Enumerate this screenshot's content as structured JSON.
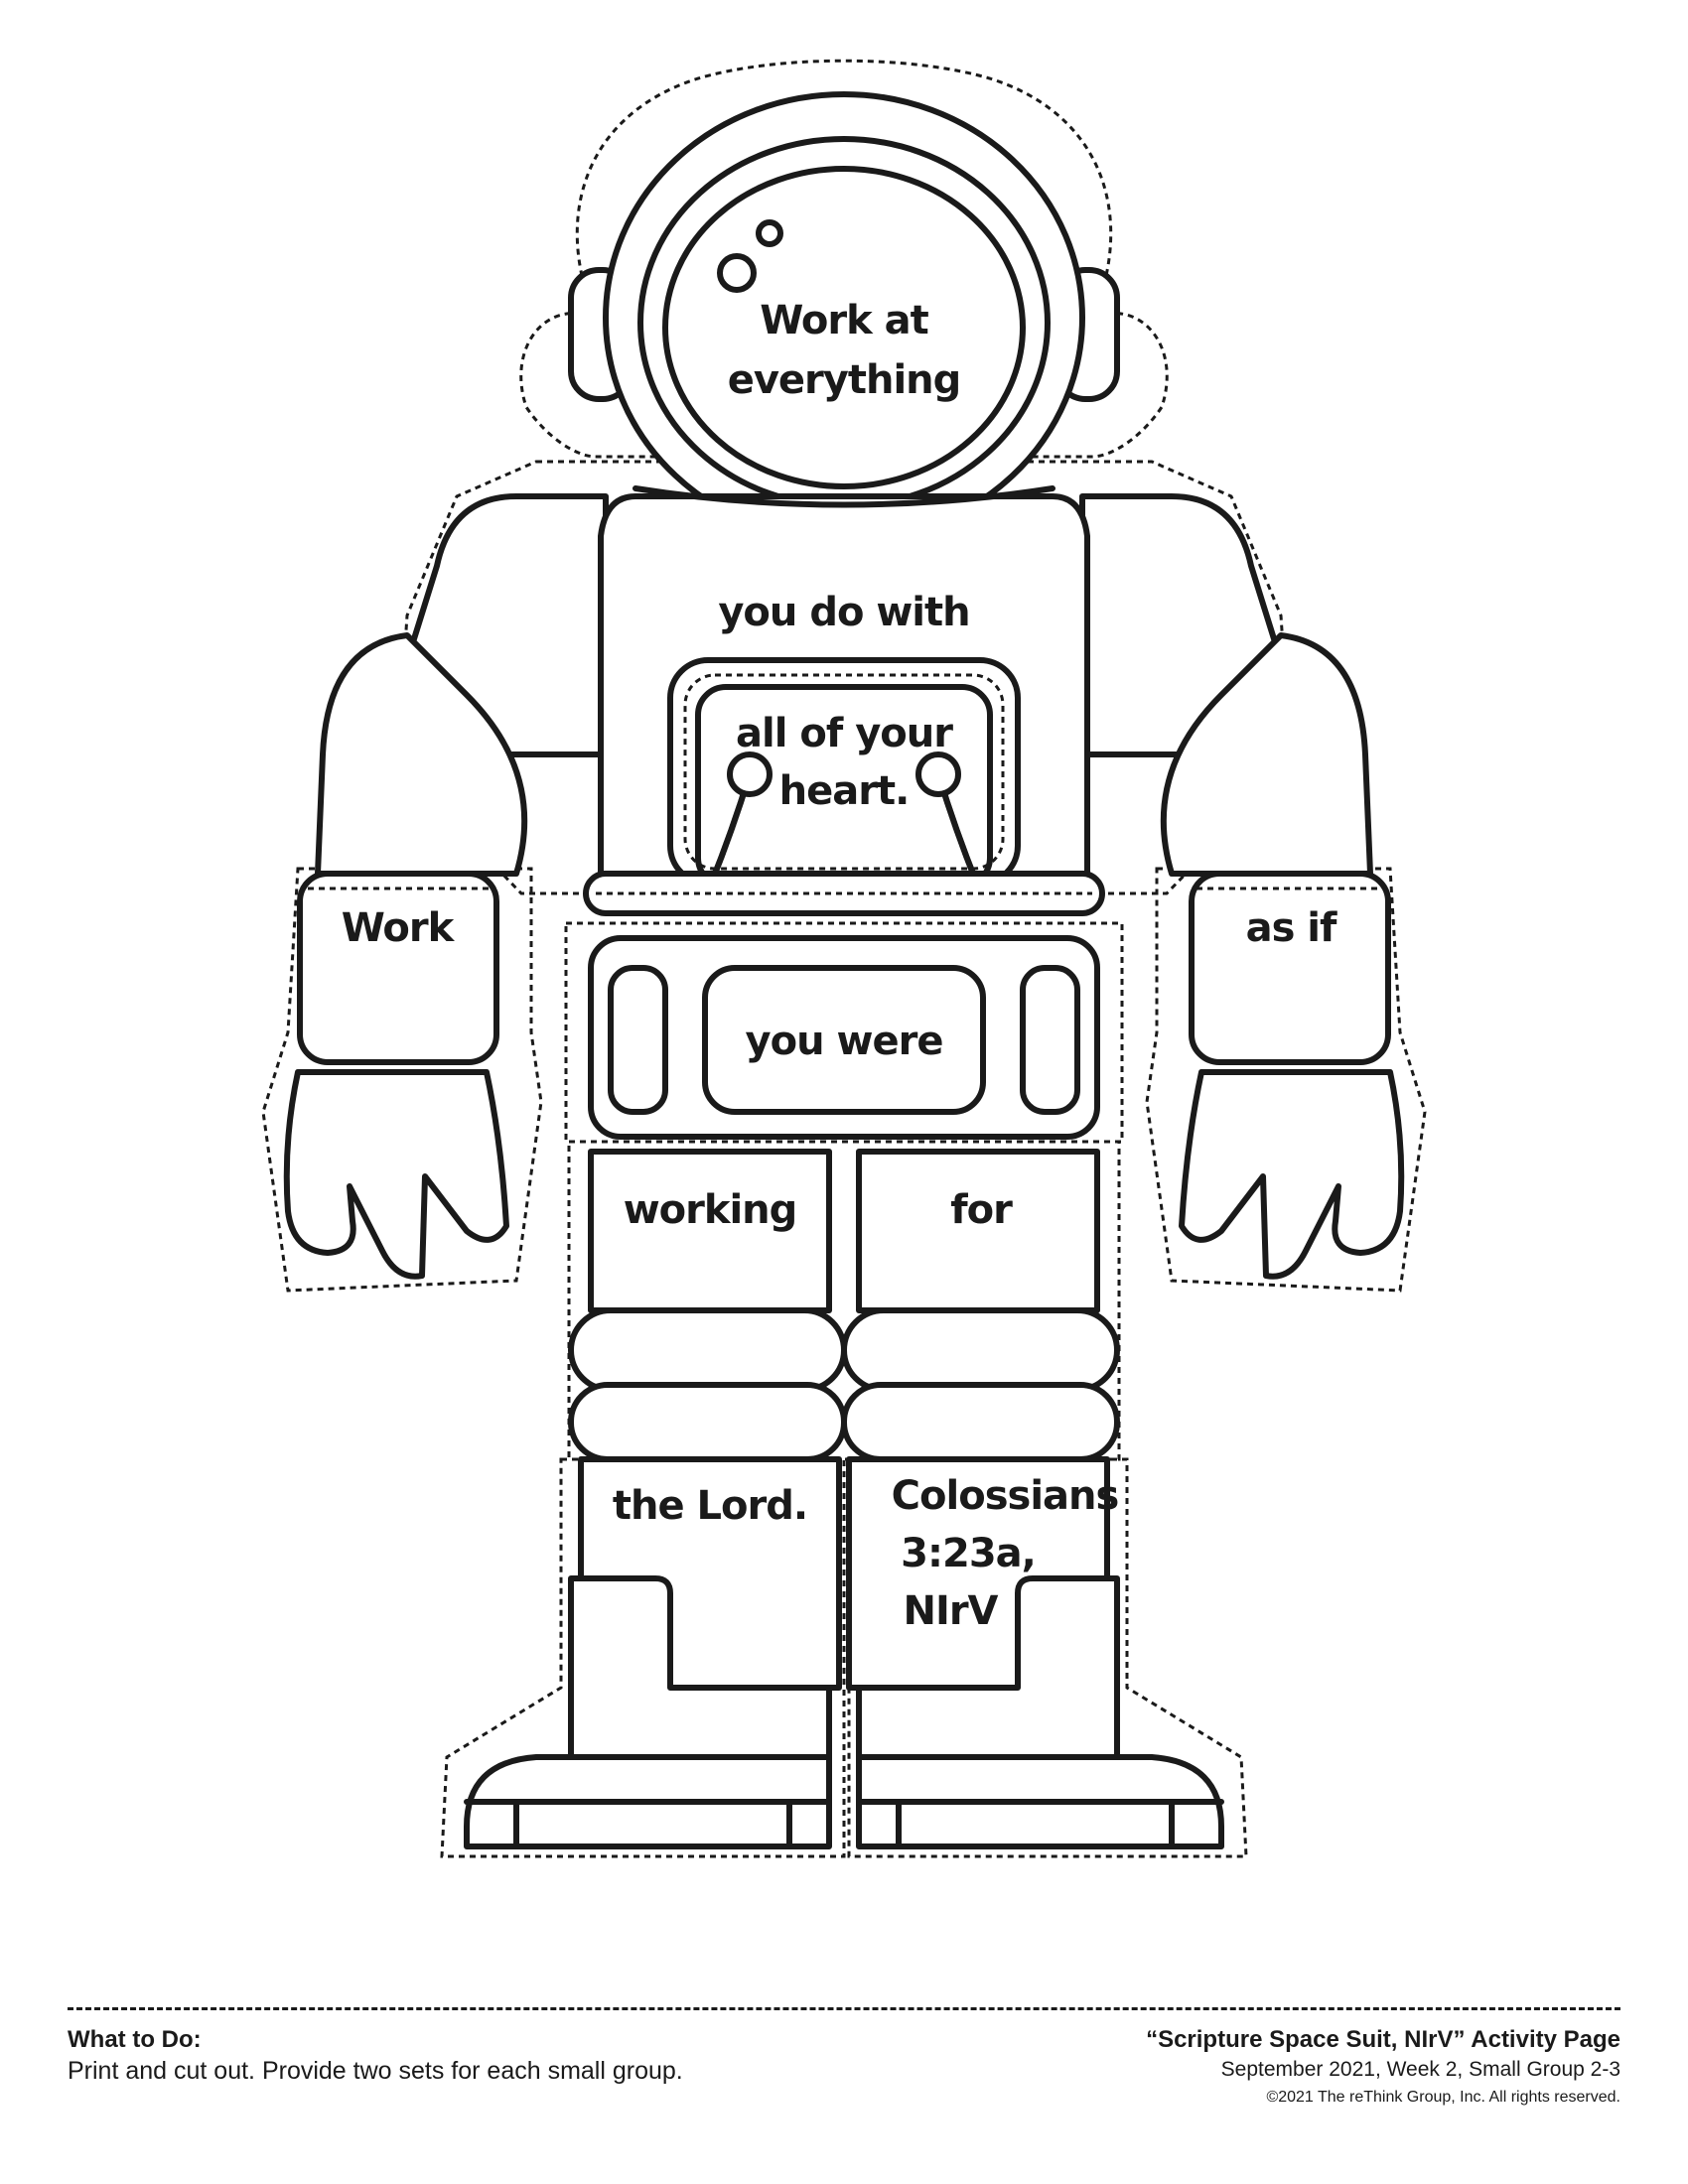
{
  "labels": {
    "helmet": [
      "Work at",
      "everything"
    ],
    "chest_top": "you do with",
    "chest_panel": [
      "all of your",
      "heart."
    ],
    "left_wrist": "Work",
    "right_wrist": "as if",
    "belt": "you were",
    "left_thigh": "working",
    "right_thigh": "for",
    "left_boot": "the Lord.",
    "right_boot": [
      "Colossians",
      "3:23a,",
      "NIrV"
    ]
  },
  "footer": {
    "what_to_do_heading": "What to Do:",
    "instructions": "Print and cut out. Provide two sets for each small group.",
    "page_title": "“Scripture Space Suit, NIrV” Activity Page",
    "series_info": "September 2021, Week 2, Small Group 2-3",
    "copyright": "©2021 The reThink Group, Inc.  All rights reserved."
  }
}
